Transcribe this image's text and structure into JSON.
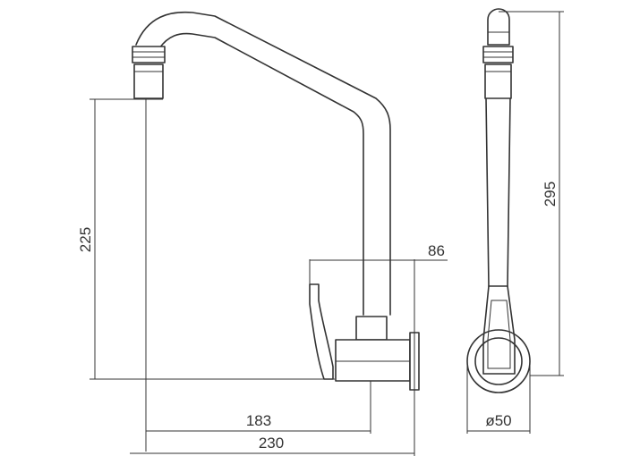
{
  "dimensions": {
    "spout_height": "225",
    "body_projection": "86",
    "spout_reach": "183",
    "total_reach": "230",
    "total_height": "295",
    "flange_diameter": "ø50"
  }
}
